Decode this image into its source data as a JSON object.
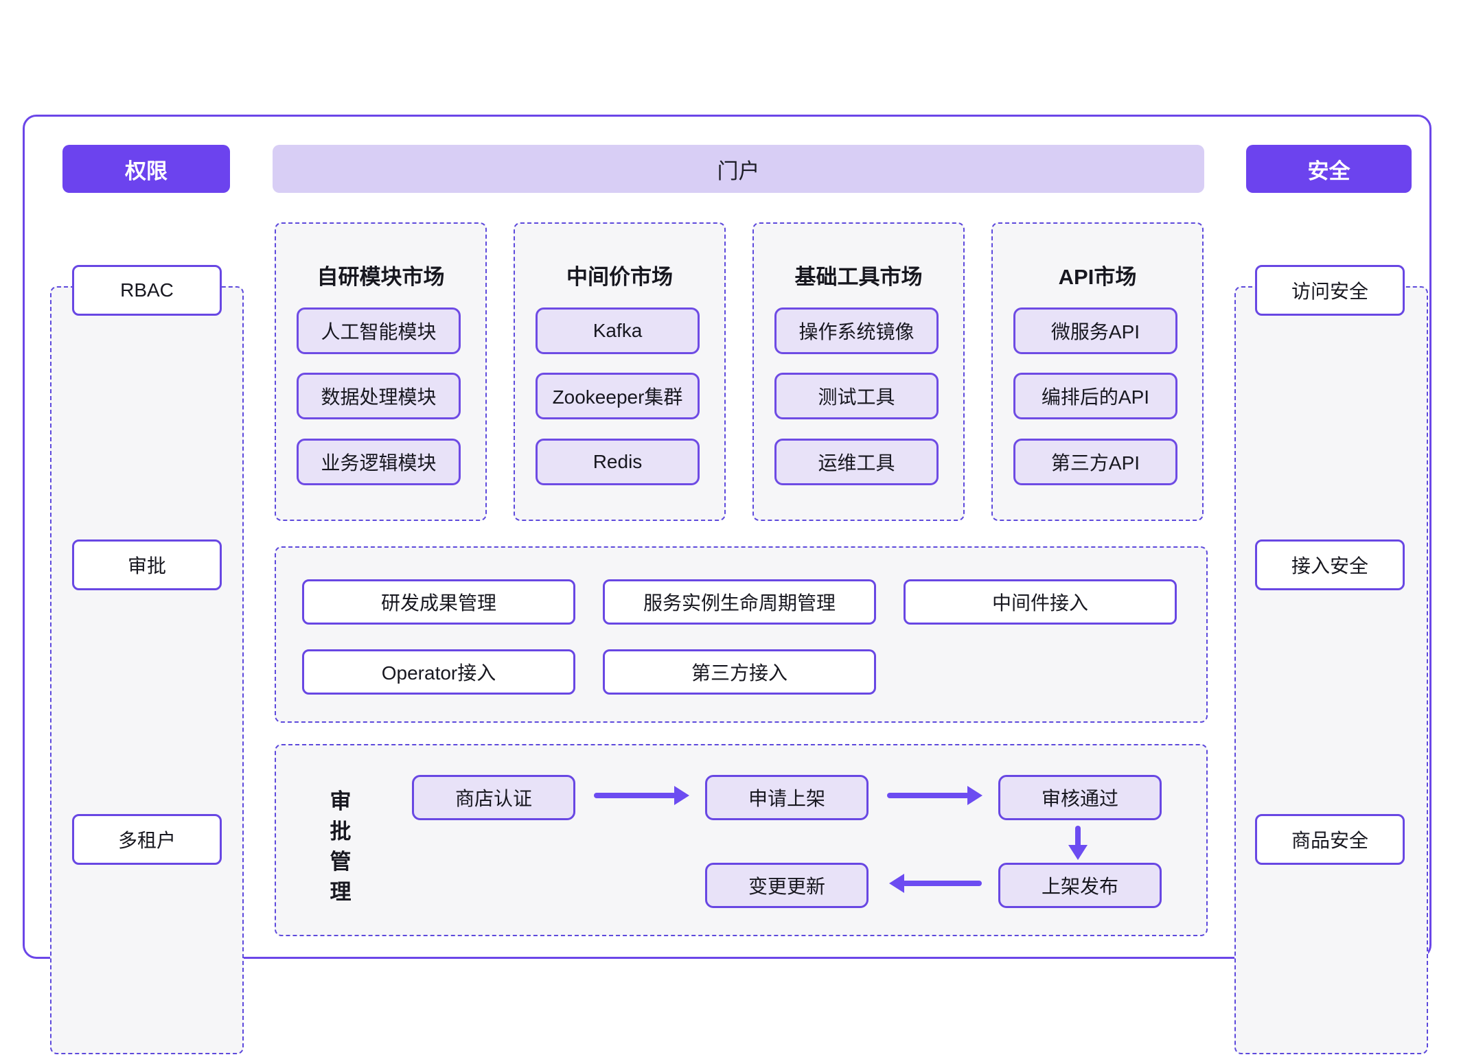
{
  "colors": {
    "accent_purple": "#6C43EE",
    "portal_band": "#D8CEF5",
    "item_fill": "#E8E2F8",
    "dashed_border": "#5D49DC",
    "arrow": "#6C4CF1",
    "panel_bg": "#F6F6F8"
  },
  "left_panel": {
    "header": "权限",
    "items": [
      "RBAC",
      "审批",
      "多租户"
    ]
  },
  "portal": {
    "header": "门户"
  },
  "markets": [
    {
      "title": "自研模块市场",
      "items": [
        "人工智能模块",
        "数据处理模块",
        "业务逻辑模块"
      ]
    },
    {
      "title": "中间价市场",
      "items": [
        "Kafka",
        "Zookeeper集群",
        "Redis"
      ]
    },
    {
      "title": "基础工具市场",
      "items": [
        "操作系统镜像",
        "测试工具",
        "运维工具"
      ]
    },
    {
      "title": "API市场",
      "items": [
        "微服务API",
        "编排后的API",
        "第三方API"
      ]
    }
  ],
  "management": {
    "row1": [
      "研发成果管理",
      "服务实例生命周期管理",
      "中间件接入"
    ],
    "row2": [
      "Operator接入",
      "第三方接入"
    ]
  },
  "approval": {
    "label_vertical": [
      "审",
      "批",
      "管",
      "理"
    ],
    "steps": {
      "store_cert": "商店认证",
      "apply_listing": "申请上架",
      "review_pass": "审核通过",
      "publish": "上架发布",
      "change_update": "变更更新"
    }
  },
  "right_panel": {
    "header": "安全",
    "items": [
      "访问安全",
      "接入安全",
      "商品安全"
    ]
  }
}
